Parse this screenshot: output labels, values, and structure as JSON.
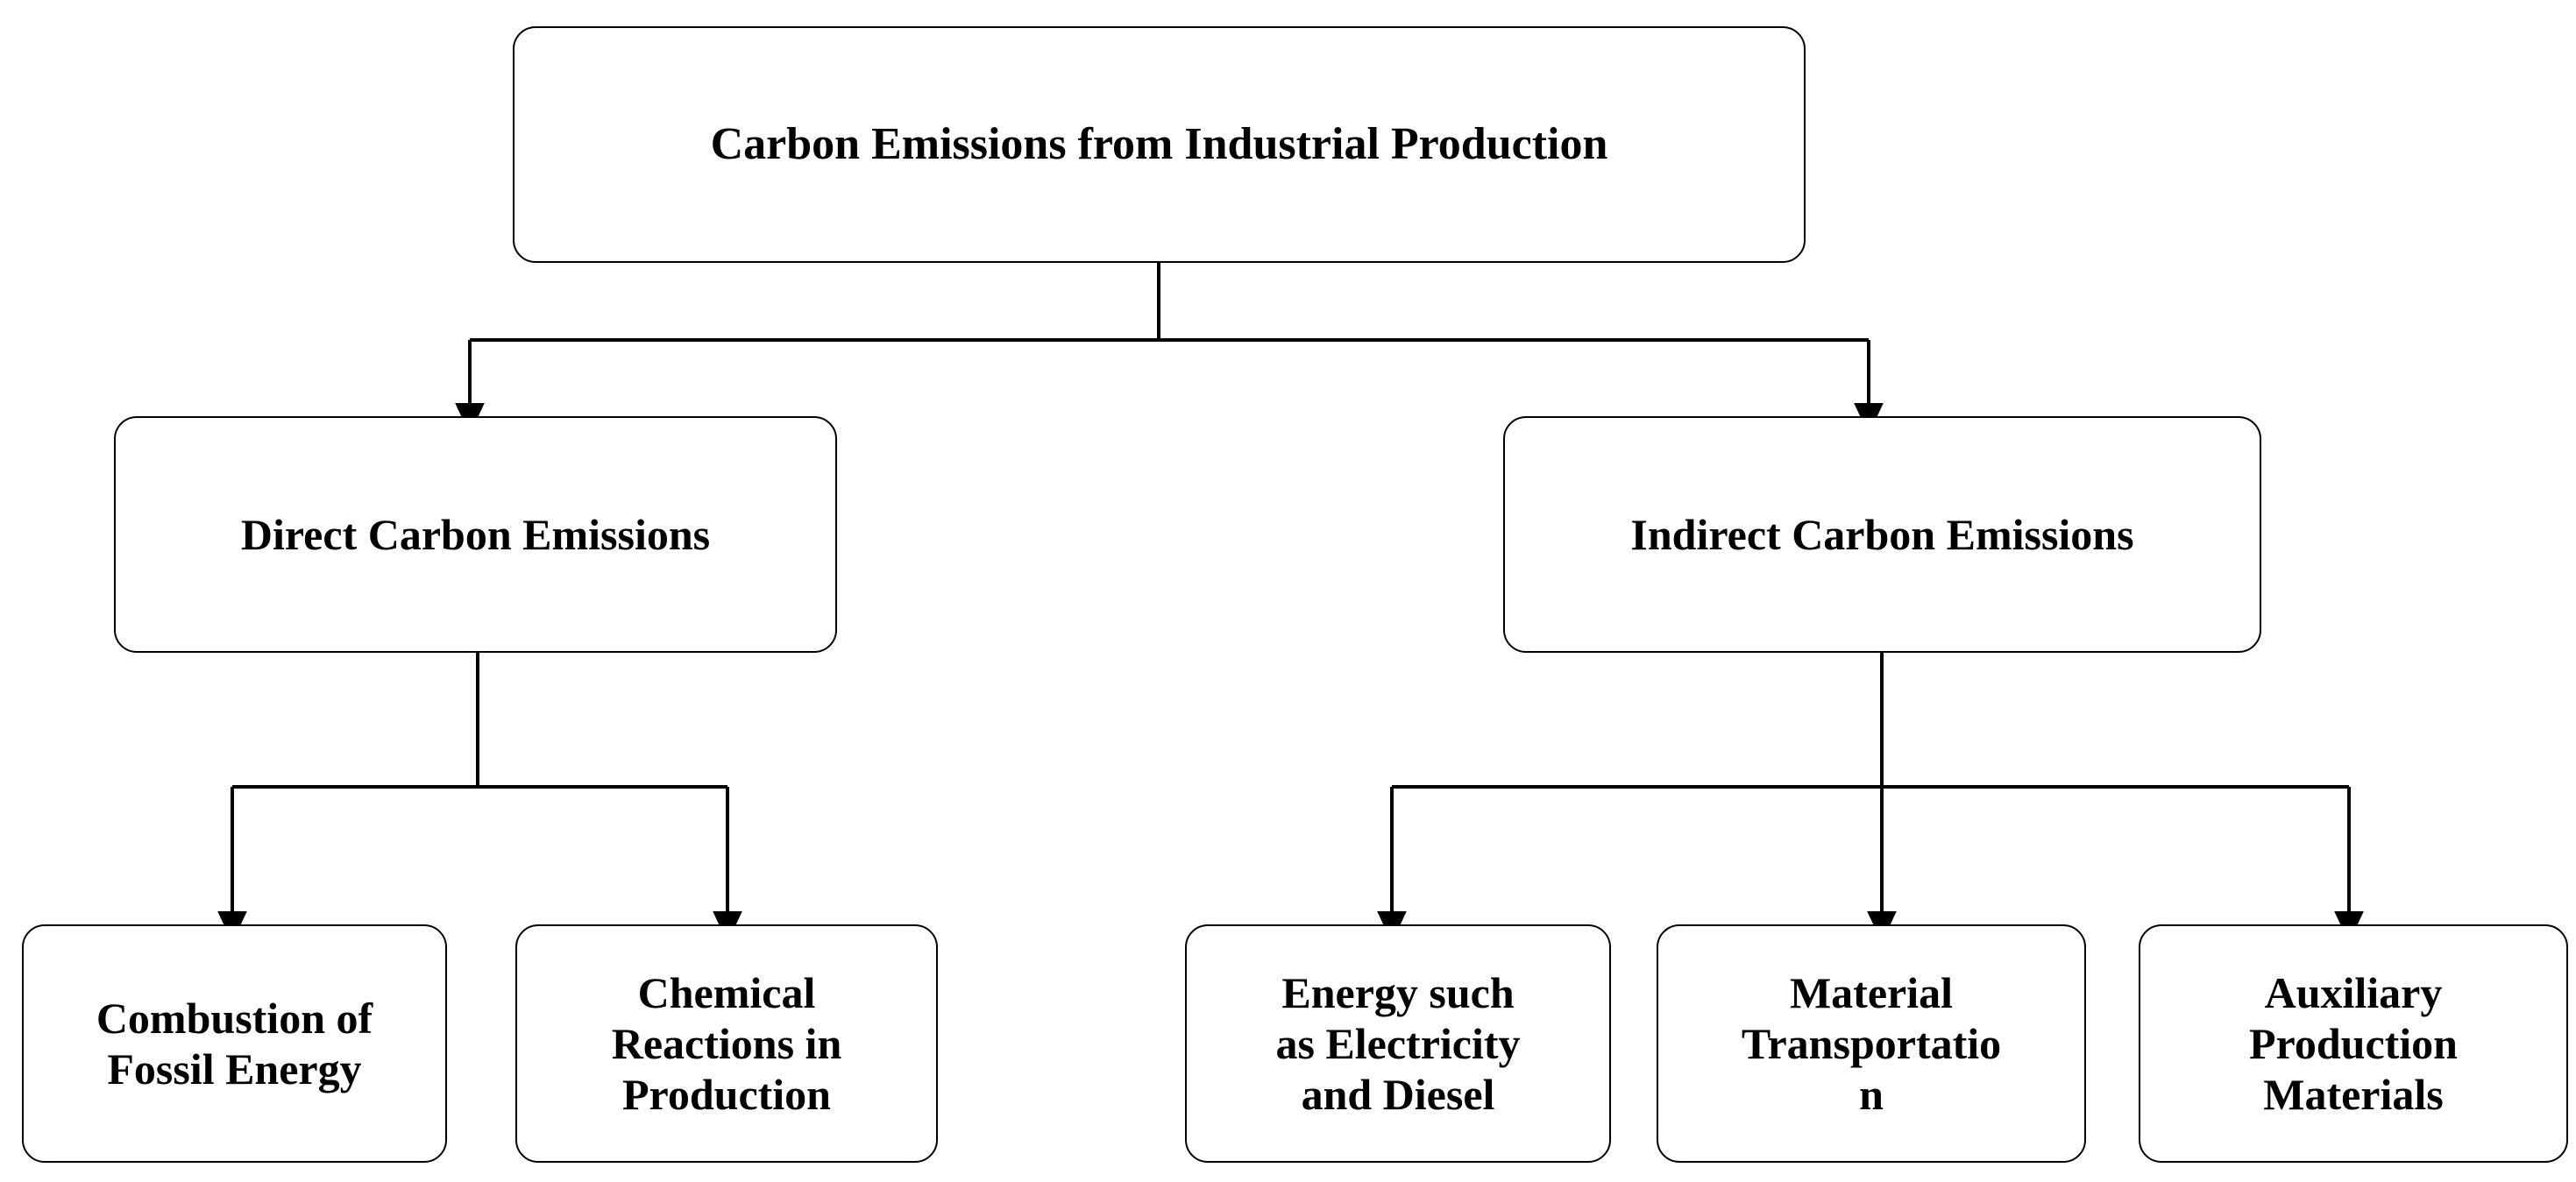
{
  "diagram": {
    "title": "Carbon Emissions from Industrial Production",
    "type": "hierarchy-flowchart",
    "background_color": "#ffffff",
    "line_color": "#000000",
    "text_color": "#000000",
    "nodes": {
      "root": {
        "label": "Carbon Emissions from Industrial Production",
        "level": 1
      },
      "branch_left": {
        "label": "Direct Carbon Emissions",
        "level": 2
      },
      "branch_right": {
        "label": "Indirect Carbon Emissions",
        "level": 2
      },
      "leaf_1": {
        "label": "Combustion of\nFossil Energy",
        "level": 3
      },
      "leaf_2": {
        "label": "Chemical\nReactions in\nProduction",
        "level": 3
      },
      "leaf_3": {
        "label": "Energy such\nas Electricity\nand Diesel",
        "level": 3
      },
      "leaf_4": {
        "label": "Material\nTransportatio\nn",
        "level": 3
      },
      "leaf_5": {
        "label": "Auxiliary\nProduction\nMaterials",
        "level": 3
      }
    },
    "edges": [
      {
        "from": "root",
        "to": "branch_left",
        "style": "elbow-arrow"
      },
      {
        "from": "root",
        "to": "branch_right",
        "style": "elbow-arrow"
      },
      {
        "from": "branch_left",
        "to": "leaf_1",
        "style": "elbow-arrow"
      },
      {
        "from": "branch_left",
        "to": "leaf_2",
        "style": "elbow-arrow"
      },
      {
        "from": "branch_right",
        "to": "leaf_3",
        "style": "elbow-arrow"
      },
      {
        "from": "branch_right",
        "to": "leaf_4",
        "style": "elbow-arrow"
      },
      {
        "from": "branch_right",
        "to": "leaf_5",
        "style": "elbow-arrow"
      }
    ]
  }
}
